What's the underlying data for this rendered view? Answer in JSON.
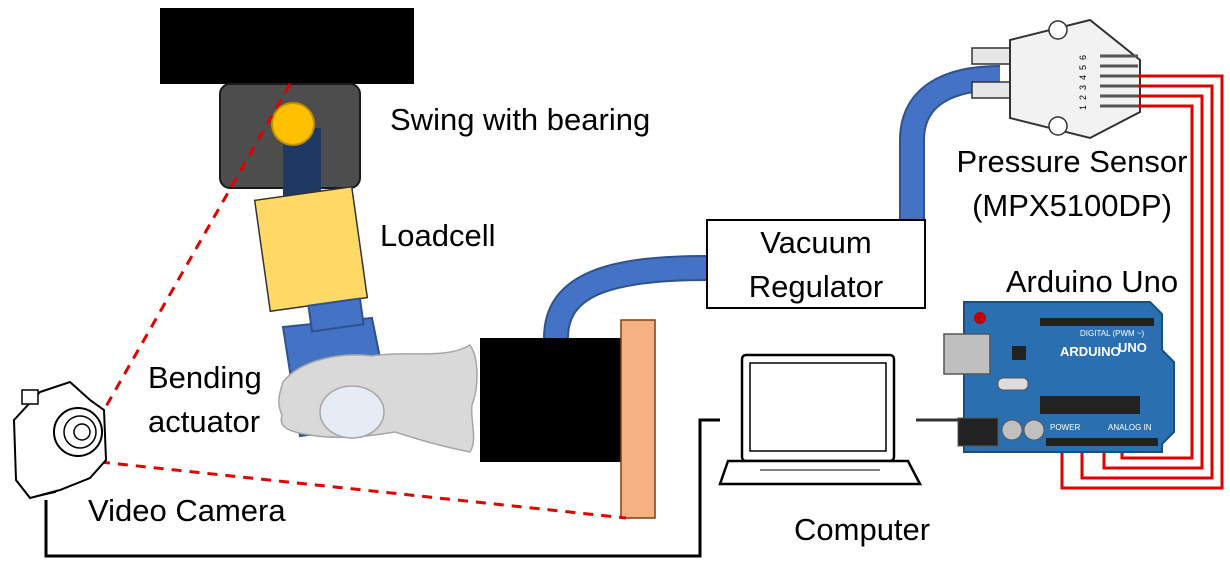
{
  "labels": {
    "swing": "Swing with bearing",
    "loadcell": "Loadcell",
    "bending_line1": "Bending",
    "bending_line2": "actuator",
    "vacuum_line1": "Vacuum",
    "vacuum_line2": "Regulator",
    "pressure_line1": "Pressure Sensor",
    "pressure_line2": "(MPX5100DP)",
    "arduino": "Arduino Uno",
    "video_camera": "Video Camera",
    "computer": "Computer"
  },
  "arduino_board": {
    "logo_text": "ARDUINO",
    "model_text": "UNO",
    "digital_header": "DIGITAL (PWM ~)",
    "power_header": "POWER",
    "analog_header": "ANALOG IN"
  },
  "sensor_pins": [
    "1",
    "2",
    "3",
    "4",
    "5",
    "6"
  ],
  "colors": {
    "tube": "#4472c4",
    "tube_outline": "#2f528f",
    "actuator": "#4472c4",
    "loadcell": "#ffd966",
    "bearing": "#ffc000",
    "swing_body": "#4d4d4d",
    "arm": "#1f3864",
    "plate": "#f4b183",
    "wire": "#e00000",
    "camera_line": "#e00000",
    "arduino_board": "#2a6fb0",
    "gray_object": "#d9d9d9"
  }
}
